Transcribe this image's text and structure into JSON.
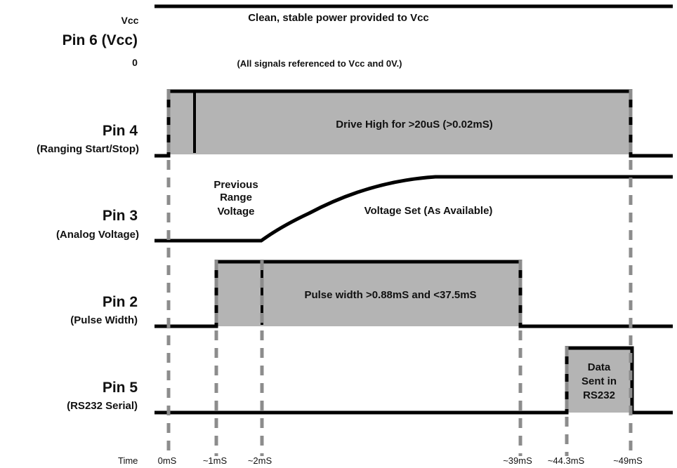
{
  "colors": {
    "signal": "#000000",
    "fill": "#b4b4b4",
    "dash": "#8c8c8c",
    "text": "#111111"
  },
  "vcc_row": {
    "top_label": "Vcc",
    "pin_label": "Pin 6 (Vcc)",
    "bottom_label": "0",
    "note_main": "Clean, stable power provided to Vcc",
    "note_sub": "(All signals referenced to Vcc and 0V.)"
  },
  "pin4": {
    "name": "Pin 4",
    "sub": "(Ranging Start/Stop)",
    "note": "Drive High for >20uS (>0.02mS)"
  },
  "pin3": {
    "name": "Pin 3",
    "sub": "(Analog Voltage)",
    "prev_line1": "Previous",
    "prev_line2": "Range",
    "prev_line3": "Voltage",
    "note": "Voltage Set (As Available)"
  },
  "pin2": {
    "name": "Pin 2",
    "sub": "(Pulse Width)",
    "note": "Pulse width >0.88mS and <37.5mS"
  },
  "pin5": {
    "name": "Pin 5",
    "sub": "(RS232 Serial)",
    "note_line1": "Data",
    "note_line2": "Sent in",
    "note_line3": "RS232"
  },
  "time_axis": {
    "label": "Time",
    "markers": [
      "0mS",
      "~1mS",
      "~2mS",
      "~39mS",
      "~44.3mS",
      "~49mS"
    ]
  }
}
